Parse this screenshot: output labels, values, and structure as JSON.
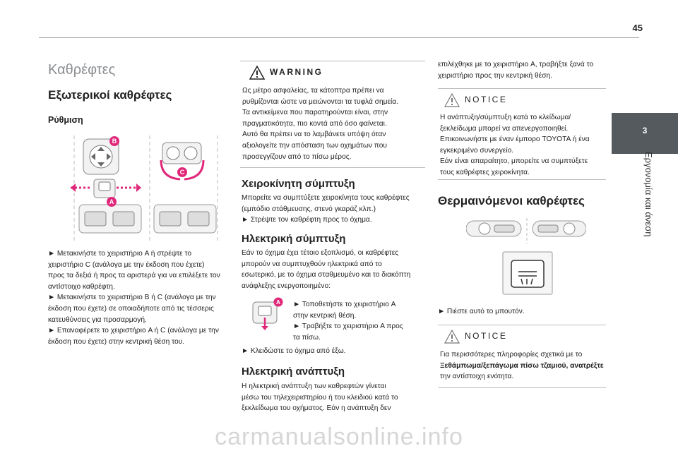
{
  "page_number": "45",
  "side_tab": {
    "number": "3",
    "label": "Εργονομία και άνεση"
  },
  "col1": {
    "title": "Καθρέφτες",
    "subtitle": "Εξωτερικοί καθρέφτες",
    "section": "Ρύθμιση",
    "fig_labels": {
      "a": "A",
      "b": "B",
      "c": "C"
    },
    "lines": [
      "► Μετακινήστε το χειριστήριο A ή στρέψτε το",
      "χειριστήριο C (ανάλογα με την έκδοση που έχετε)",
      "προς τα δεξιά ή προς τα αριστερά για να επιλέξετε τον",
      "αντίστοιχο καθρέφτη.",
      "► Μετακινήστε το χειριστήριο B ή C (ανάλογα με την",
      "έκδοση που έχετε) σε οποιαδήποτε από τις τέσσερις",
      "κατευθύνσεις για προσαρμογή.",
      "► Επαναφέρετε το χειριστήριο A ή C (ανάλογα με την",
      "έκδοση που έχετε) στην κεντρική θέση του."
    ]
  },
  "col2": {
    "warning_title": "WARNING",
    "warning_lines": [
      "Ως μέτρο ασφαλείας, τα κάτοπτρα πρέπει να",
      "ρυθμίζονται ώστε να μειώνονται τα τυφλά σημεία.",
      "Τα αντικείμενα που παρατηρούνται είναι, στην",
      "πραγματικότητα, πιο κοντά από όσο φαίνεται.",
      "Αυτό θα πρέπει να το λαμβάνετε υπόψη όταν",
      "αξιολογείτε την απόσταση των οχημάτων που",
      "προσεγγίζουν από το πίσω μέρος."
    ],
    "manual_title": "Χειροκίνητη σύμπτυξη",
    "manual_lines": [
      "Μπορείτε να συμπτύξετε χειροκίνητα τους καθρέφτες",
      "(εμπόδιο στάθμευσης, στενό γκαράζ κλπ.)",
      "► Στρέψτε τον καθρέφτη προς το όχημα."
    ],
    "electric_title": "Ηλεκτρική σύμπτυξη",
    "electric_lines": [
      "Εάν το όχημα έχει τέτοιο εξοπλισμό, οι καθρέφτες",
      "μπορούν να συμπτυχθούν ηλεκτρικά από το",
      "εσωτερικό, με το όχημα σταθμευμένο και το διακόπτη",
      "ανάφλεξης ενεργοποιημένο:"
    ],
    "fig_label": "A",
    "side_lines": [
      "► Τοποθετήστε το χειριστήριο A",
      "στην κεντρική θέση.",
      "► Τραβήξτε το χειριστήριο A προς",
      "τα πίσω."
    ],
    "lock_line": "► Κλειδώστε το όχημα από έξω.",
    "unfold_title": "Ηλεκτρική ανάπτυξη",
    "unfold_lines": [
      "Η ηλεκτρική ανάπτυξη των καθρεφτών γίνεται",
      "μέσω του τηλεχειριστηρίου ή του κλειδιού κατά το",
      "ξεκλείδωμα του οχήματος. Εάν η ανάπτυξη δεν"
    ]
  },
  "col3": {
    "top_lines": [
      "επιλέχθηκε με το χειριστήριο A, τραβήξτε ξανά το",
      "χειριστήριο προς την κεντρική θέση."
    ],
    "notice1_title": "NOTICE",
    "notice1_lines": [
      "Η ανάπτυξη/σύμπτυξη κατά το κλείδωμα/",
      "ξεκλείδωμα μπορεί να απενεργοποιηθεί.",
      "Επικοινωνήστε με έναν έμπορο TOYOTA ή ένα",
      "εγκεκριμένο συνεργείο.",
      "Εάν είναι απαραίτητο, μπορείτε να συμπτύξετε",
      "τους καθρέφτες χειροκίνητα."
    ],
    "heated_title": "Θερμαινόμενοι καθρέφτες",
    "press_line": "► Πιέστε αυτό το μπουτόν.",
    "notice2_title": "NOTICE",
    "notice2_lines": [
      "Για περισσότερες πληροφορίες σχετικά με το",
      "Ξεθάμπωμα/ξεπάγωμα πίσω τζαμιού, ανατρέξτε",
      "την αντίστοιχη ενότητα."
    ]
  },
  "watermark": "carmanualsonline.info",
  "colors": {
    "accent": "#e0287a",
    "tab": "#555a5e",
    "heading_grey": "#8a8d90"
  }
}
